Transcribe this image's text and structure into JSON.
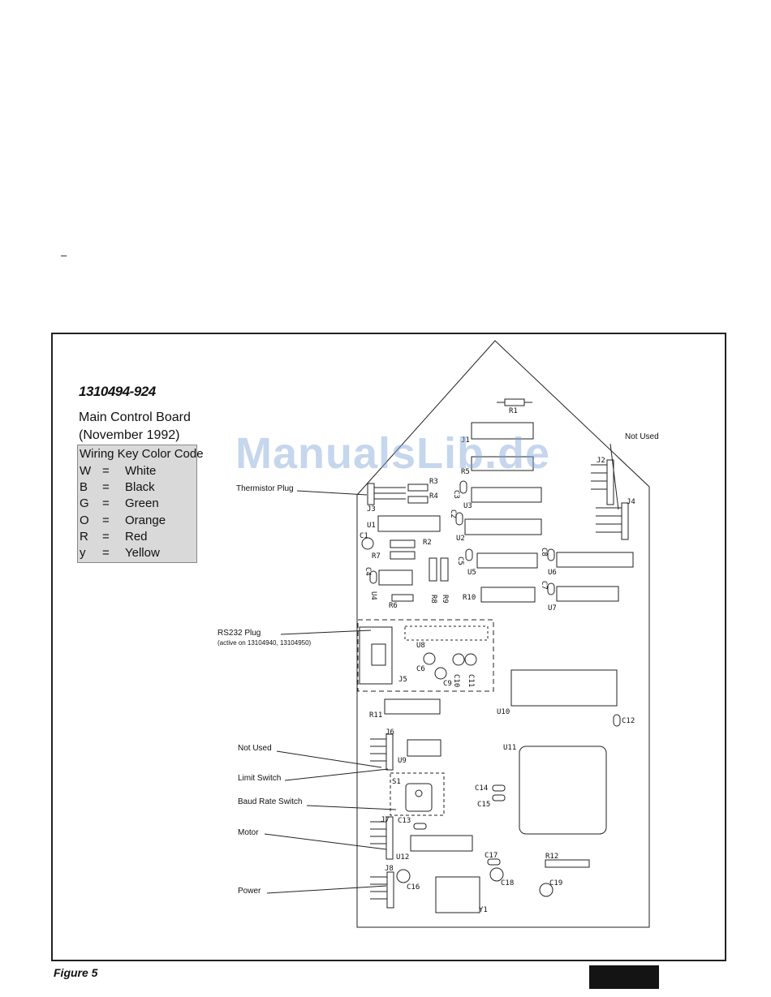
{
  "header_mark": "–",
  "part_number": "1310494-924",
  "board_title": [
    "Main Control Board",
    "(November 1992)"
  ],
  "wiring_key": {
    "title": "Wiring Key Color Code",
    "rows": [
      {
        "letter": "W",
        "eq": "=",
        "color": "White"
      },
      {
        "letter": "B",
        "eq": "=",
        "color": "Black"
      },
      {
        "letter": "G",
        "eq": "=",
        "color": "Green"
      },
      {
        "letter": "O",
        "eq": "=",
        "color": "Orange"
      },
      {
        "letter": "R",
        "eq": "=",
        "color": "Red"
      },
      {
        "letter": "y",
        "eq": "=",
        "color": "Yellow"
      }
    ]
  },
  "callouts": {
    "not_used_top": "Not Used",
    "thermistor_plug": "Thermistor Plug",
    "rs232_plug": "RS232 Plug",
    "rs232_note": "(active on 13104940, 13104950)",
    "not_used": "Not Used",
    "limit_switch": "Limit Switch",
    "baud_rate_switch": "Baud Rate Switch",
    "motor": "Motor",
    "power": "Power"
  },
  "components": {
    "R1": "R1",
    "J1": "J1",
    "R5": "R5",
    "J2": "J2",
    "J4": "J4",
    "R3": "R3",
    "R4": "R4",
    "C3": "C3",
    "U3": "U3",
    "J3": "J3",
    "C2": "C2",
    "U1": "U1",
    "U2": "U2",
    "C1": "C1",
    "R2": "R2",
    "R7": "R7",
    "C5": "C5",
    "C8": "C8",
    "C4": "C4",
    "U5": "U5",
    "U6": "U6",
    "U4": "U4",
    "C7": "C7",
    "R8": "R8",
    "R9": "R9",
    "R10": "R10",
    "U7": "U7",
    "R6": "R6",
    "U8": "U8",
    "C6": "C6",
    "C10": "C10",
    "C11": "C11",
    "C9": "C9",
    "J5": "J5",
    "U10": "U10",
    "R11": "R11",
    "C12": "C12",
    "J6": "J6",
    "U11": "U11",
    "U9": "U9",
    "S1": "S1",
    "C14": "C14",
    "C15": "C15",
    "J7": "J7",
    "C13": "C13",
    "U12": "U12",
    "C17": "C17",
    "R12": "R12",
    "J8": "J8",
    "C18": "C18",
    "C19": "C19",
    "C16": "C16",
    "Y1": "Y1"
  },
  "watermark": "ManualsLib.de",
  "figure_label": "Figure 5"
}
